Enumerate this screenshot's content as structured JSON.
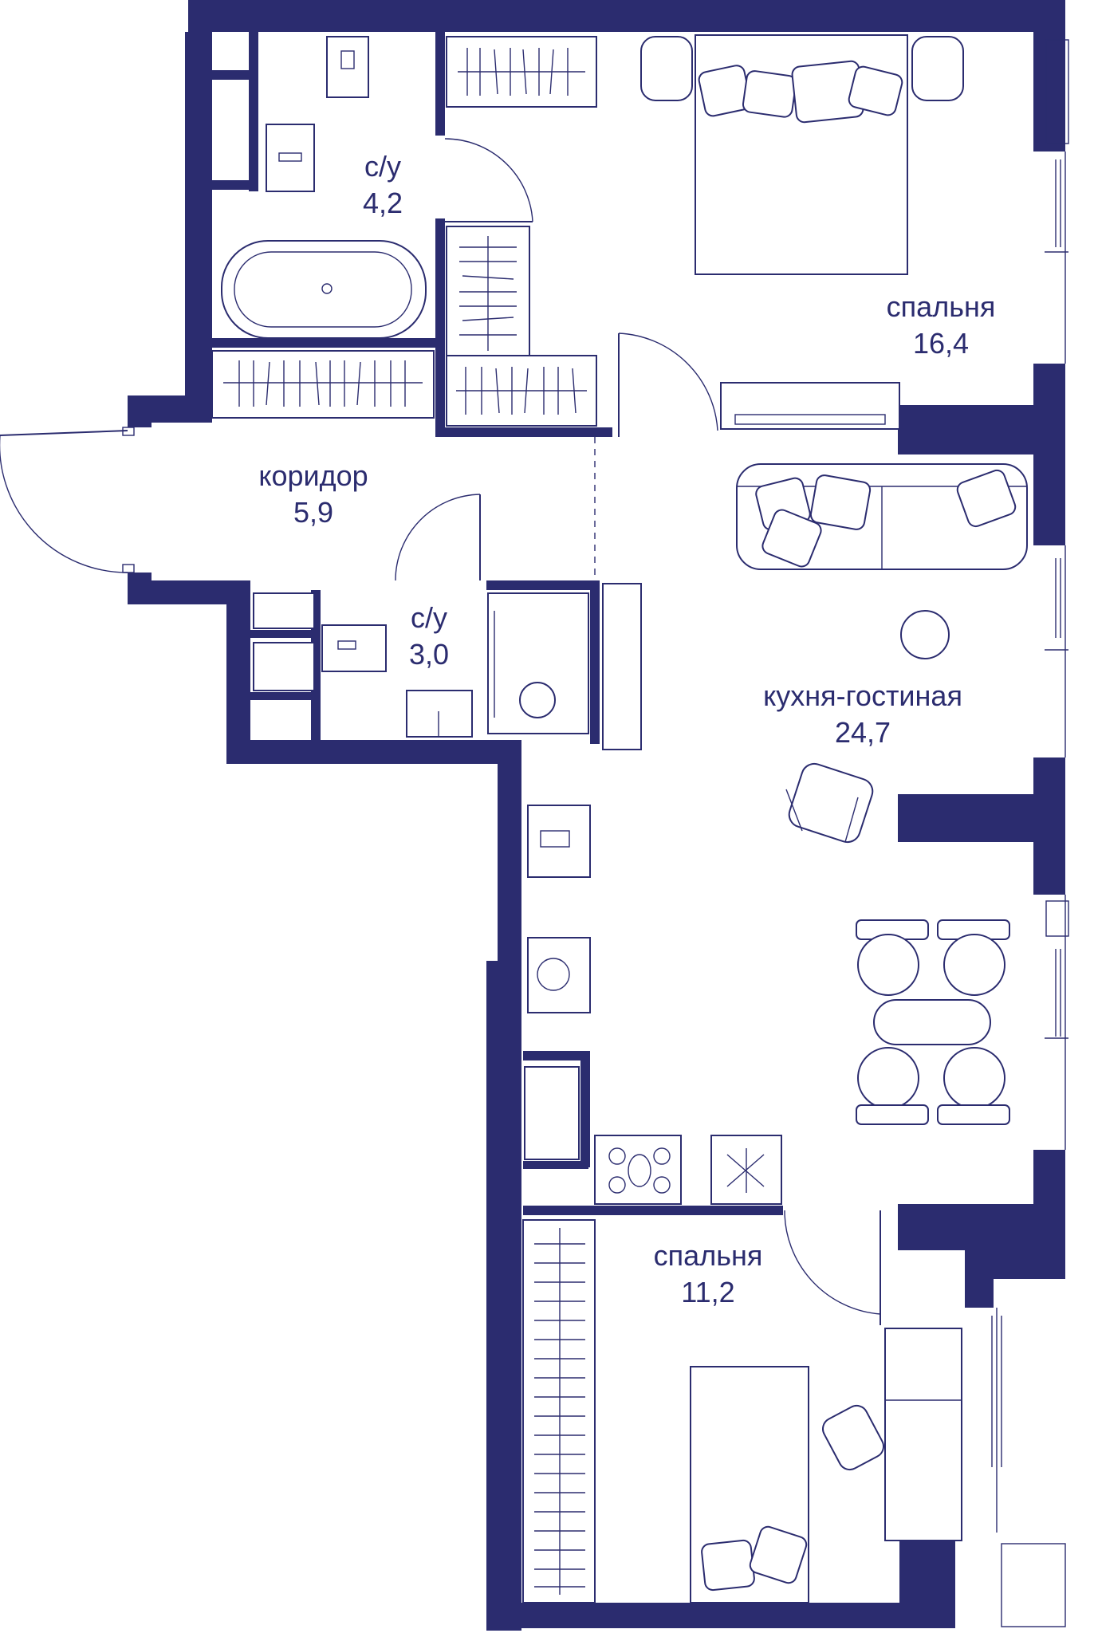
{
  "plan": {
    "accent_color": "#2b2c6f",
    "rooms": [
      {
        "id": "bathroom-1",
        "name": "с/у",
        "area": "4,2"
      },
      {
        "id": "bedroom-1",
        "name": "спальня",
        "area": "16,4"
      },
      {
        "id": "corridor",
        "name": "коридор",
        "area": "5,9"
      },
      {
        "id": "bathroom-2",
        "name": "с/у",
        "area": "3,0"
      },
      {
        "id": "kitchen-living",
        "name": "кухня-гостиная",
        "area": "24,7"
      },
      {
        "id": "bedroom-2",
        "name": "спальня",
        "area": "11,2"
      }
    ]
  }
}
